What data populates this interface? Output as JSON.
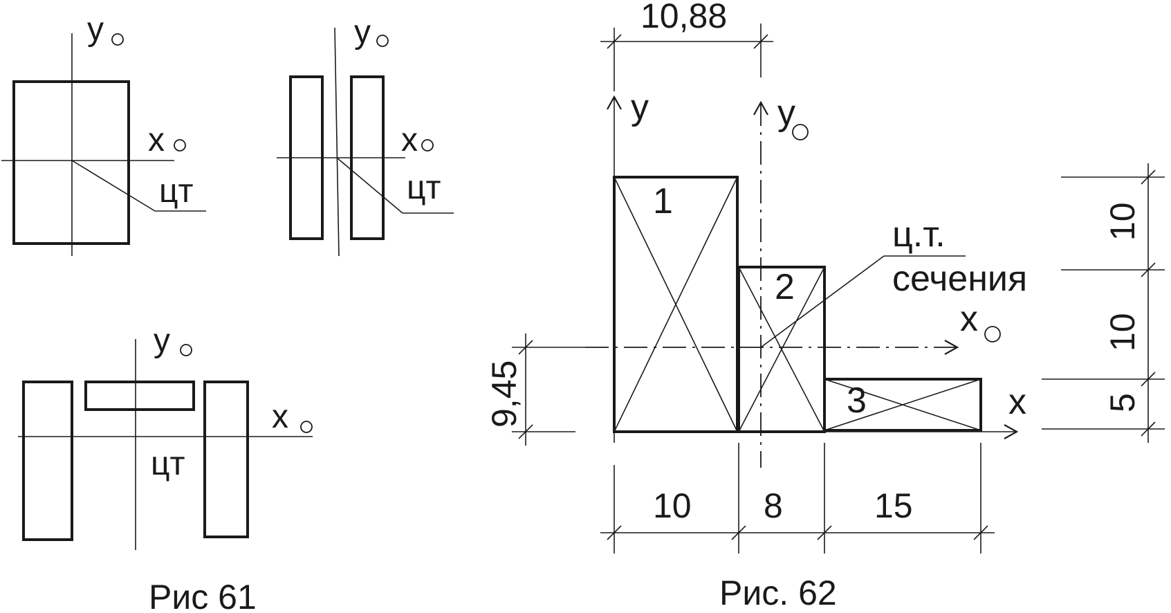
{
  "fig61": {
    "caption": "Рис 61",
    "a": {
      "y_label": "y",
      "x_label": "x",
      "ct_label": "цт"
    },
    "b": {
      "y_label": "y",
      "x_label": "x",
      "ct_label": "цт"
    },
    "c": {
      "y_label": "y",
      "x_label": "x",
      "ct_label": "цт"
    }
  },
  "fig62": {
    "caption": "Рис. 62",
    "y_label": "y",
    "y0_label": "y",
    "x_label": "x",
    "x0_label": "x",
    "ct_line1": "ц.т.",
    "ct_line2": "сечения",
    "part_labels": [
      "1",
      "2",
      "3"
    ],
    "top_dim": "10,88",
    "left_dim": "9,45",
    "bottom_dims": [
      "10",
      "8",
      "15"
    ],
    "right_dims": [
      "10",
      "10",
      "5"
    ]
  }
}
